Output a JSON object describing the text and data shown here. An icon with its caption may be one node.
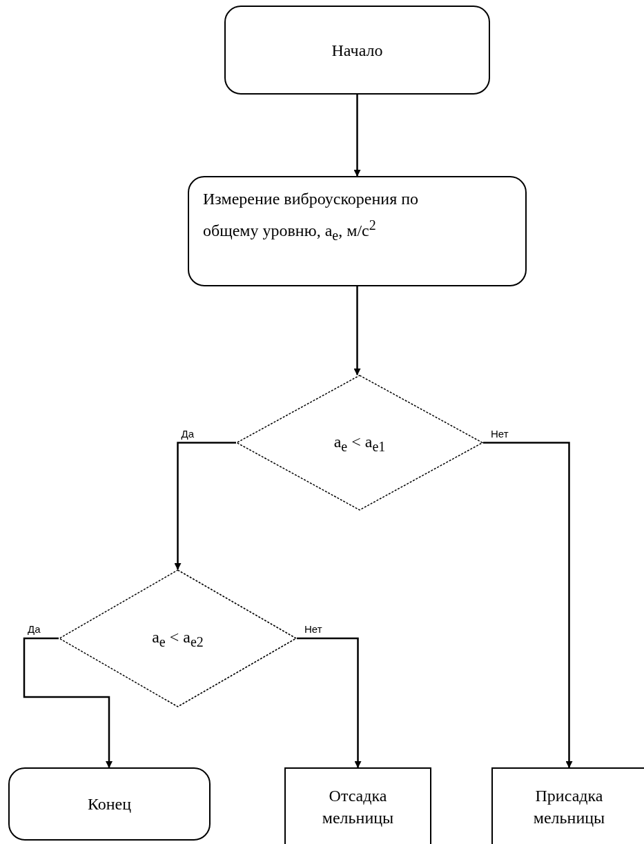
{
  "diagram": {
    "nodes": [
      {
        "text": [
          "Начало"
        ]
      },
      {
        "text": [
          "Измерение виброускорения по общему уровню, a$_{e}$, м/с$^{2}$"
        ]
      },
      {
        "text": [
          "a$_{e}$ < a$_{e1}$"
        ]
      },
      {
        "text": [
          "a$_{e}$ < a$_{e2}$"
        ]
      },
      {
        "text": [
          "Конец"
        ]
      },
      {
        "text": [
          "Отсадка мельницы"
        ]
      },
      {
        "text": [
          "Присадка мельницы"
        ]
      }
    ],
    "edges": [
      {
        "from": 0,
        "to": 1,
        "arrow": "to"
      },
      {
        "from": 1,
        "to": 2,
        "arrow": "to"
      },
      {
        "from": 2,
        "to": 3,
        "arrow": "to",
        "label": "Да"
      },
      {
        "from": 2,
        "to": 6,
        "arrow": "to",
        "label": "Нет"
      },
      {
        "from": 3,
        "to": 4,
        "arrow": "to",
        "label": "Да"
      },
      {
        "from": 3,
        "to": 5,
        "arrow": "to",
        "label": "Нет"
      }
    ]
  }
}
